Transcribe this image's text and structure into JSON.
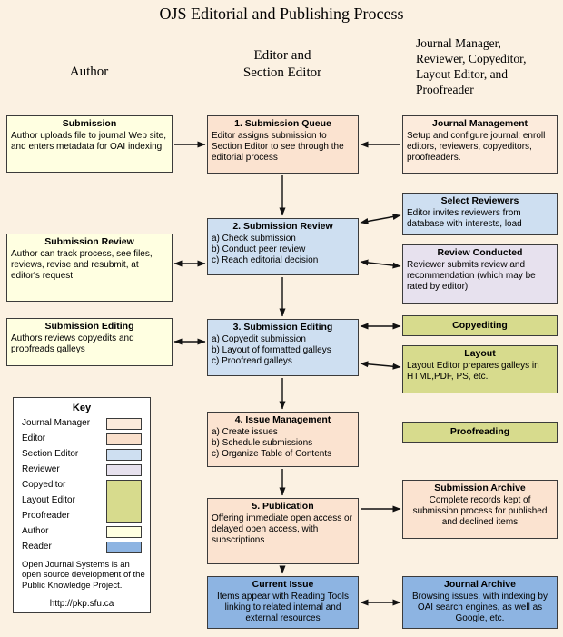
{
  "title": "OJS Editorial and Publishing Process",
  "column_headers": {
    "author": "Author",
    "editor": "Editor and\nSection Editor",
    "manager": "Journal Manager,\nReviewer, Copyeditor,\nLayout Editor, and\nProofreader"
  },
  "author_col": {
    "submission": {
      "title": "Submission",
      "body": "Author uploads file to journal Web site, and enters metadata for OAI indexing"
    },
    "submission_review": {
      "title": "Submission Review",
      "body": "Author can track process, see files, reviews, revise and resubmit, at editor's request"
    },
    "submission_editing": {
      "title": "Submission Editing",
      "body": "Authors reviews copyedits and proofreads galleys"
    }
  },
  "editor_col": {
    "queue": {
      "title": "1. Submission Queue",
      "body": "Editor assigns submission to Section Editor to see through the editorial process"
    },
    "review": {
      "title": "2. Submission Review",
      "body": "a) Check submission\nb) Conduct peer review\nc) Reach editorial decision"
    },
    "editing": {
      "title": "3. Submission Editing",
      "body": "a) Copyedit submission\nb) Layout of formatted galleys\nc) Proofread galleys"
    },
    "issue_management": {
      "title": "4. Issue Management",
      "body": "a) Create issues\nb) Schedule submissions\nc) Organize Table of Contents"
    },
    "publication": {
      "title": "5. Publication",
      "body": "Offering immediate open access or delayed open access, with subscriptions"
    },
    "current_issue": {
      "title": "Current Issue",
      "body": "Items appear with Reading Tools linking to related internal and external resources"
    }
  },
  "manager_col": {
    "journal_management": {
      "title": "Journal Management",
      "body": "Setup and configure journal; enroll editors, reviewers, copyeditors, proofreaders."
    },
    "select_reviewers": {
      "title": "Select Reviewers",
      "body": "Editor invites reviewers from database with interests, load"
    },
    "review_conducted": {
      "title": "Review Conducted",
      "body": "Reviewer submits review and recommendation (which may be rated by editor)"
    },
    "copyediting": {
      "title": "Copyediting"
    },
    "layout": {
      "title": "Layout",
      "body": "Layout Editor prepares galleys in HTML,PDF, PS, etc."
    },
    "proofreading": {
      "title": "Proofreading"
    },
    "submission_archive": {
      "title": "Submission Archive",
      "body": "Complete records kept of submission process for published and declined items"
    },
    "journal_archive": {
      "title": "Journal Archive",
      "body": "Browsing issues, with indexing by OAI search engines, as well as Google, etc."
    }
  },
  "key": {
    "title": "Key",
    "items": [
      {
        "label": "Journal Manager",
        "color": "#FCEBDC"
      },
      {
        "label": "Editor",
        "color": "#FAE0CC"
      },
      {
        "label": "Section Editor",
        "color": "#CEDFF1"
      },
      {
        "label": "Reviewer",
        "color": "#E7E1EE"
      },
      {
        "label": "Copyeditor",
        "color": "#D7DB8D"
      },
      {
        "label": "Layout Editor",
        "color": "#D7DB8D"
      },
      {
        "label": "Proofreader",
        "color": "#D7DB8D"
      },
      {
        "label": "Author",
        "color": "#FFFFE1"
      },
      {
        "label": "Reader",
        "color": "#8DB4E2"
      }
    ],
    "note": "Open Journal Systems is an open source development of the Public Knowledge Project.",
    "url": "http://pkp.sfu.ca"
  },
  "colors": {
    "background": "#FBF1E2",
    "author_box": "#FFFFE1",
    "editor_box": "#FBE3D0",
    "section_editor_box": "#CEDFF1",
    "reviewer_box": "#E7E1EE",
    "copyeditor_box": "#D7DB8D",
    "reader_box": "#8DB4E2",
    "journal_manager_box": "#FCEBDC",
    "border": "#3B3B3B",
    "arrow": "#111111"
  }
}
